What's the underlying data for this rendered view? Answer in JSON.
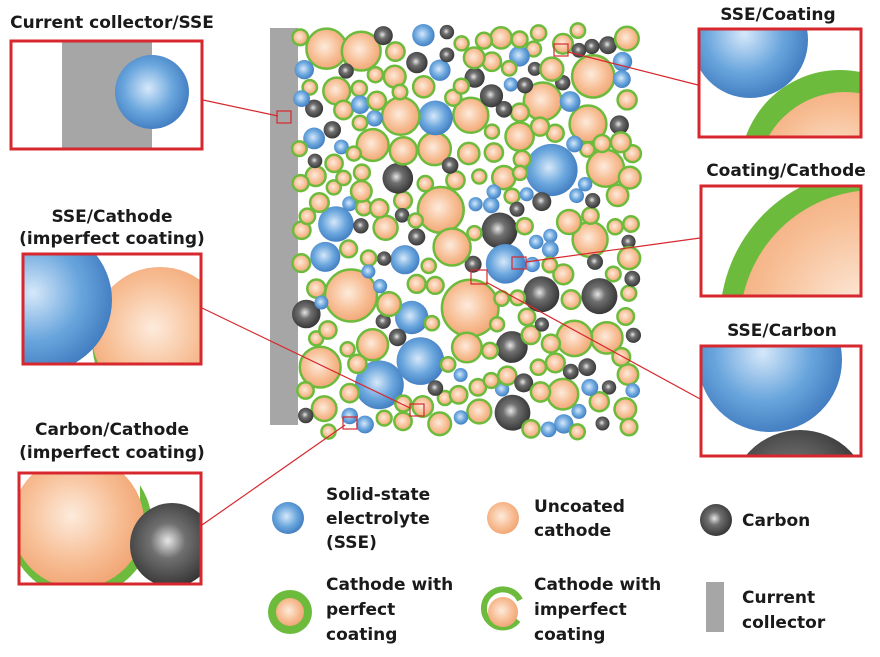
{
  "colors": {
    "sse": "#5b9bd5",
    "cathode": "#f5b183",
    "carbon": "#444444",
    "coating": "#6dbb3c",
    "collector": "#a6a6a6",
    "frame": "#d6282e"
  },
  "callouts": {
    "current_collector_sse": {
      "lines": [
        "Current collector/SSE"
      ]
    },
    "sse_cathode": {
      "lines": [
        "SSE/Cathode",
        "(imperfect coating)"
      ]
    },
    "carbon_cathode": {
      "lines": [
        "Carbon/Cathode",
        "(imperfect coating)"
      ]
    },
    "sse_coating": {
      "lines": [
        "SSE/Coating"
      ]
    },
    "coating_cathode": {
      "lines": [
        "Coating/Cathode"
      ]
    },
    "sse_carbon": {
      "lines": [
        "SSE/Carbon"
      ]
    }
  },
  "legend": {
    "sse": {
      "lines": [
        "Solid-state",
        "electrolyte",
        "(SSE)"
      ]
    },
    "uncoated": {
      "lines": [
        "Uncoated",
        "cathode"
      ]
    },
    "carbon": {
      "lines": [
        "Carbon"
      ]
    },
    "perfect": {
      "lines": [
        "Cathode with",
        "perfect",
        "coating"
      ]
    },
    "imperfect": {
      "lines": [
        "Cathode with",
        "imperfect",
        "coating"
      ]
    },
    "collector": {
      "lines": [
        "Current",
        "collector"
      ]
    }
  }
}
